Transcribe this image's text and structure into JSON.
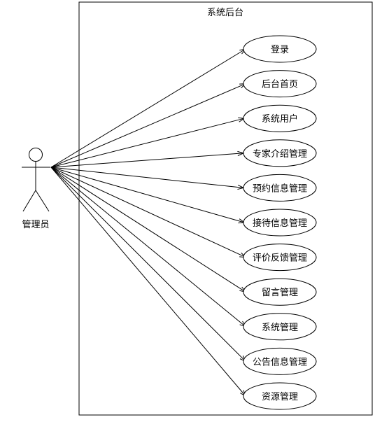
{
  "system": {
    "title": "系统后台"
  },
  "actor": {
    "name": "管理员"
  },
  "use_cases": [
    {
      "label": "登录"
    },
    {
      "label": "后台首页"
    },
    {
      "label": "系统用户"
    },
    {
      "label": "专家介绍管理"
    },
    {
      "label": "预约信息管理"
    },
    {
      "label": "接待信息管理"
    },
    {
      "label": "评价反馈管理"
    },
    {
      "label": "留言管理"
    },
    {
      "label": "系统管理"
    },
    {
      "label": "公告信息管理"
    },
    {
      "label": "资源管理"
    }
  ],
  "colors": {
    "line": "#000000",
    "background": "#ffffff"
  }
}
